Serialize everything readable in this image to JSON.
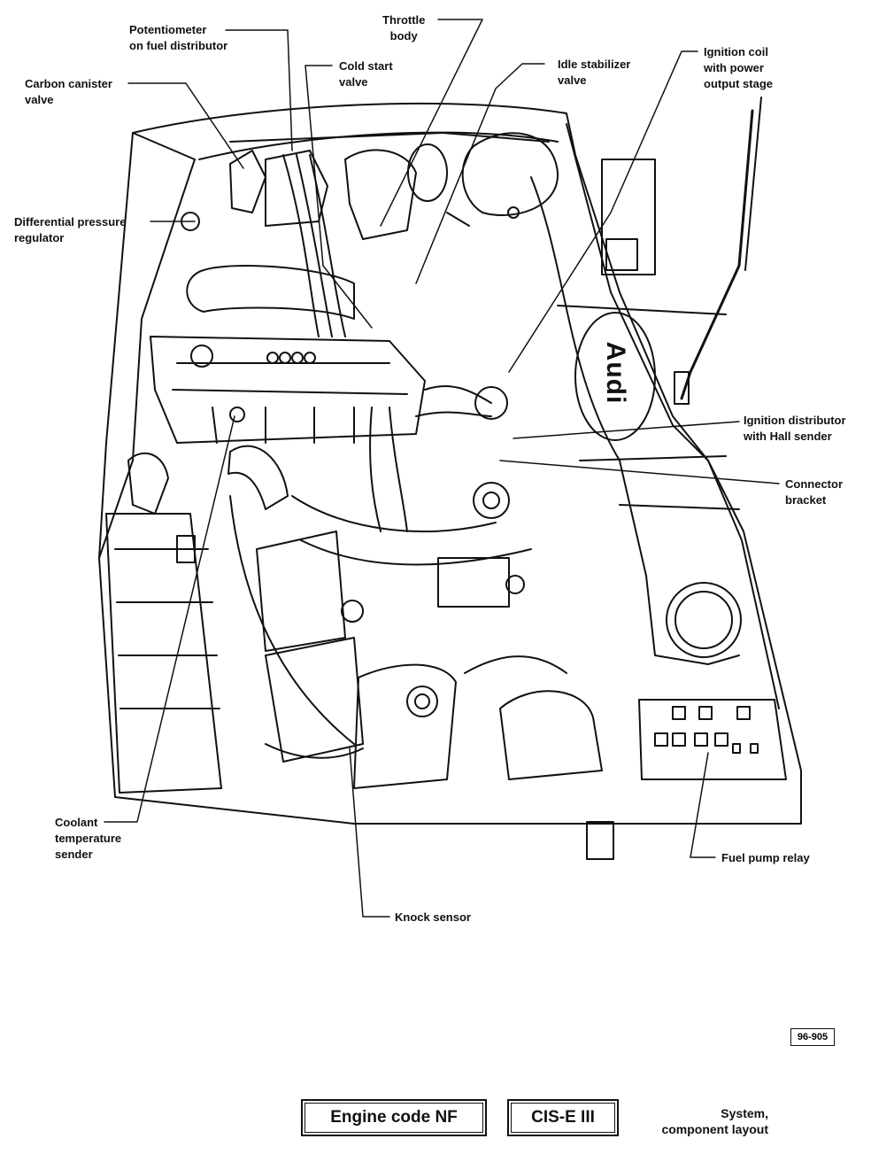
{
  "labels": {
    "potentiometer": [
      "Potentiometer",
      "on fuel distributor"
    ],
    "throttle_body": [
      "Throttle",
      "body"
    ],
    "cold_start": [
      "Cold start",
      "valve"
    ],
    "idle_stabilizer": [
      "Idle stabilizer",
      "valve"
    ],
    "ignition_coil": [
      "Ignition coil",
      "with power",
      "output stage"
    ],
    "carbon_canister": [
      "Carbon canister",
      "valve"
    ],
    "diff_pressure": [
      "Differential pressure",
      "regulator"
    ],
    "ignition_distributor": [
      "Ignition distributor",
      "with Hall sender"
    ],
    "connector_bracket": [
      "Connector",
      "bracket"
    ],
    "coolant_temp": [
      "Coolant",
      "temperature",
      "sender"
    ],
    "fuel_pump_relay": [
      "Fuel pump relay"
    ],
    "knock_sensor": [
      "Knock sensor"
    ]
  },
  "badge_text": "Audi",
  "figure_ref": "96-905",
  "footer": {
    "engine_code": "Engine code NF",
    "system": "CIS-E III",
    "caption": [
      "System,",
      "component layout"
    ]
  },
  "colors": {
    "ink": "#111111",
    "paper": "#ffffff"
  }
}
